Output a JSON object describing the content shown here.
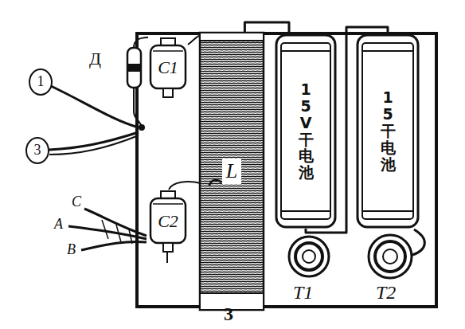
{
  "diagram": {
    "nodes": [
      {
        "text": [
          "1"
        ]
      },
      {
        "text": [
          "3"
        ]
      },
      {
        "text": [
          "C1"
        ]
      },
      {
        "text": [
          "C2"
        ]
      },
      {
        "text": [
          "L"
        ]
      },
      {
        "text": [
          "15V干电池"
        ]
      },
      {
        "text": [
          "15干电池"
        ]
      }
    ],
    "edges": [
      {
        "from": 4,
        "to": 5,
        "arrow": "none"
      },
      {
        "from": 5,
        "to": 6,
        "arrow": "none"
      }
    ],
    "labels": [
      "Д",
      "C",
      "A",
      "B",
      "T1",
      "T2",
      "3"
    ]
  }
}
